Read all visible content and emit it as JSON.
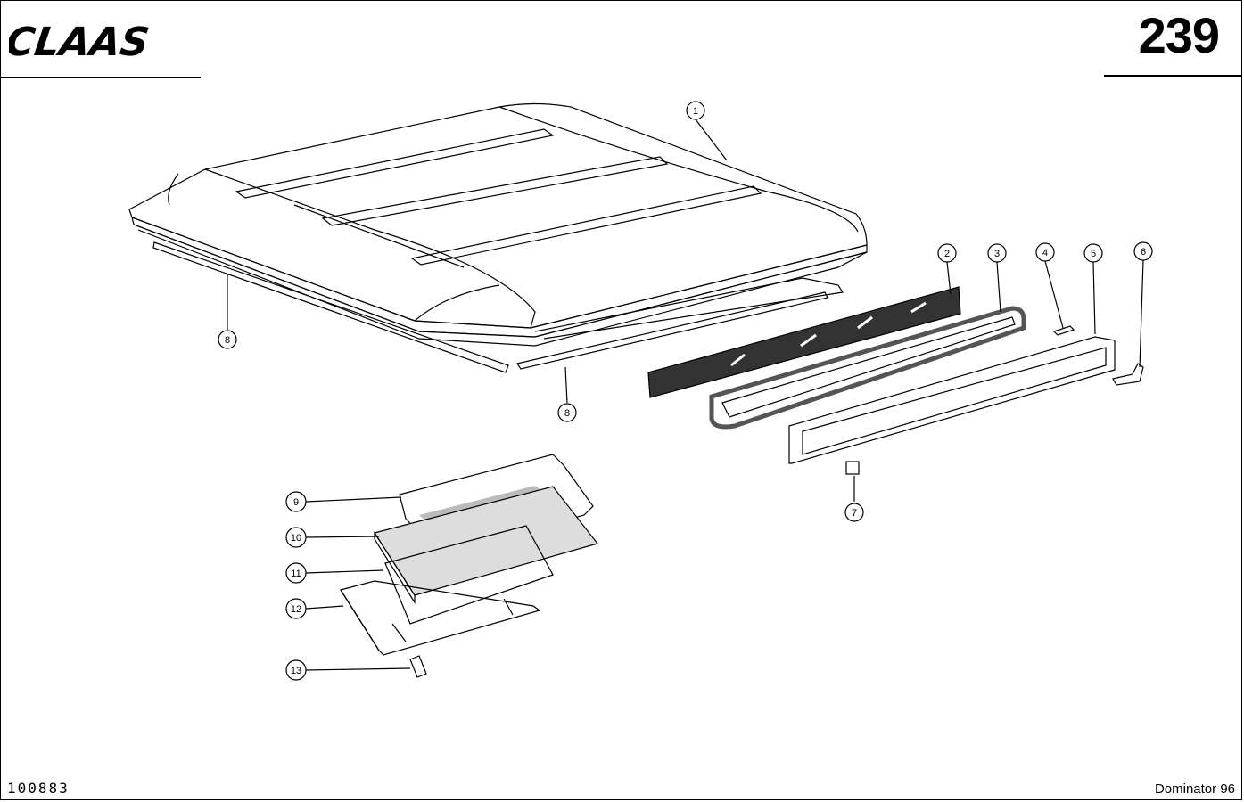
{
  "header": {
    "brand": "CLAAS",
    "page_number": "239"
  },
  "footer": {
    "doc_number": "100883",
    "model": "Dominator 96"
  },
  "callouts": {
    "c1": "1",
    "c2": "2",
    "c3": "3",
    "c4": "4",
    "c5": "5",
    "c6": "6",
    "c7": "7",
    "c8a": "8",
    "c8b": "8",
    "c9": "9",
    "c10": "10",
    "c11": "11",
    "c12": "12",
    "c13": "13"
  },
  "colors": {
    "ink": "#000000",
    "paper": "#ffffff"
  }
}
